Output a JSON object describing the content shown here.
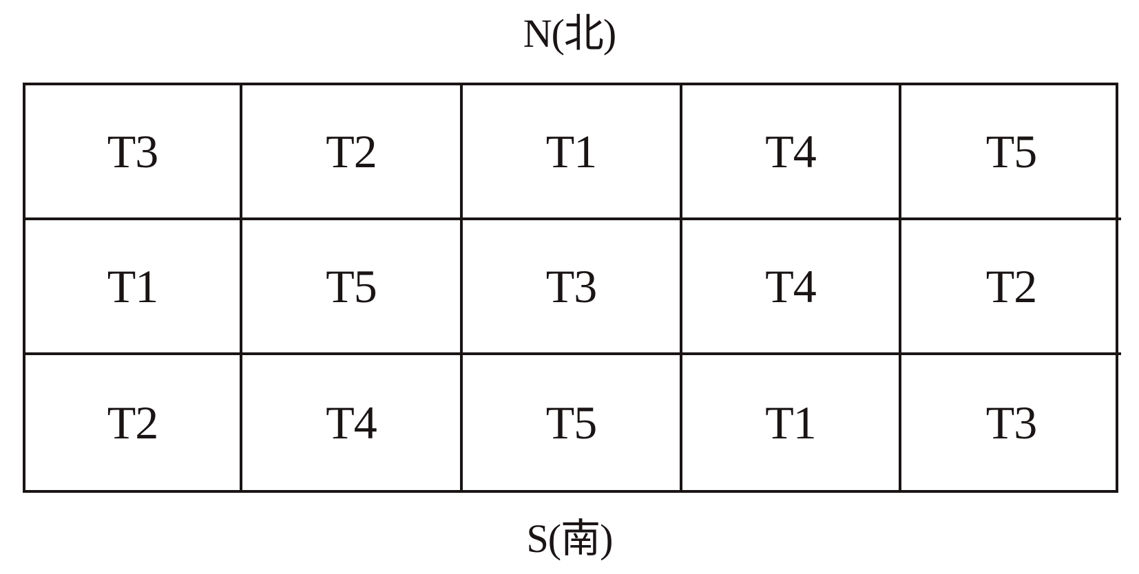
{
  "compass": {
    "north": "N(北)",
    "south": "S(南)"
  },
  "plots": {
    "rows": [
      [
        "T3",
        "T2",
        "T1",
        "T4",
        "T5"
      ],
      [
        "T1",
        "T5",
        "T3",
        "T4",
        "T2"
      ],
      [
        "T2",
        "T4",
        "T5",
        "T1",
        "T3"
      ]
    ]
  }
}
